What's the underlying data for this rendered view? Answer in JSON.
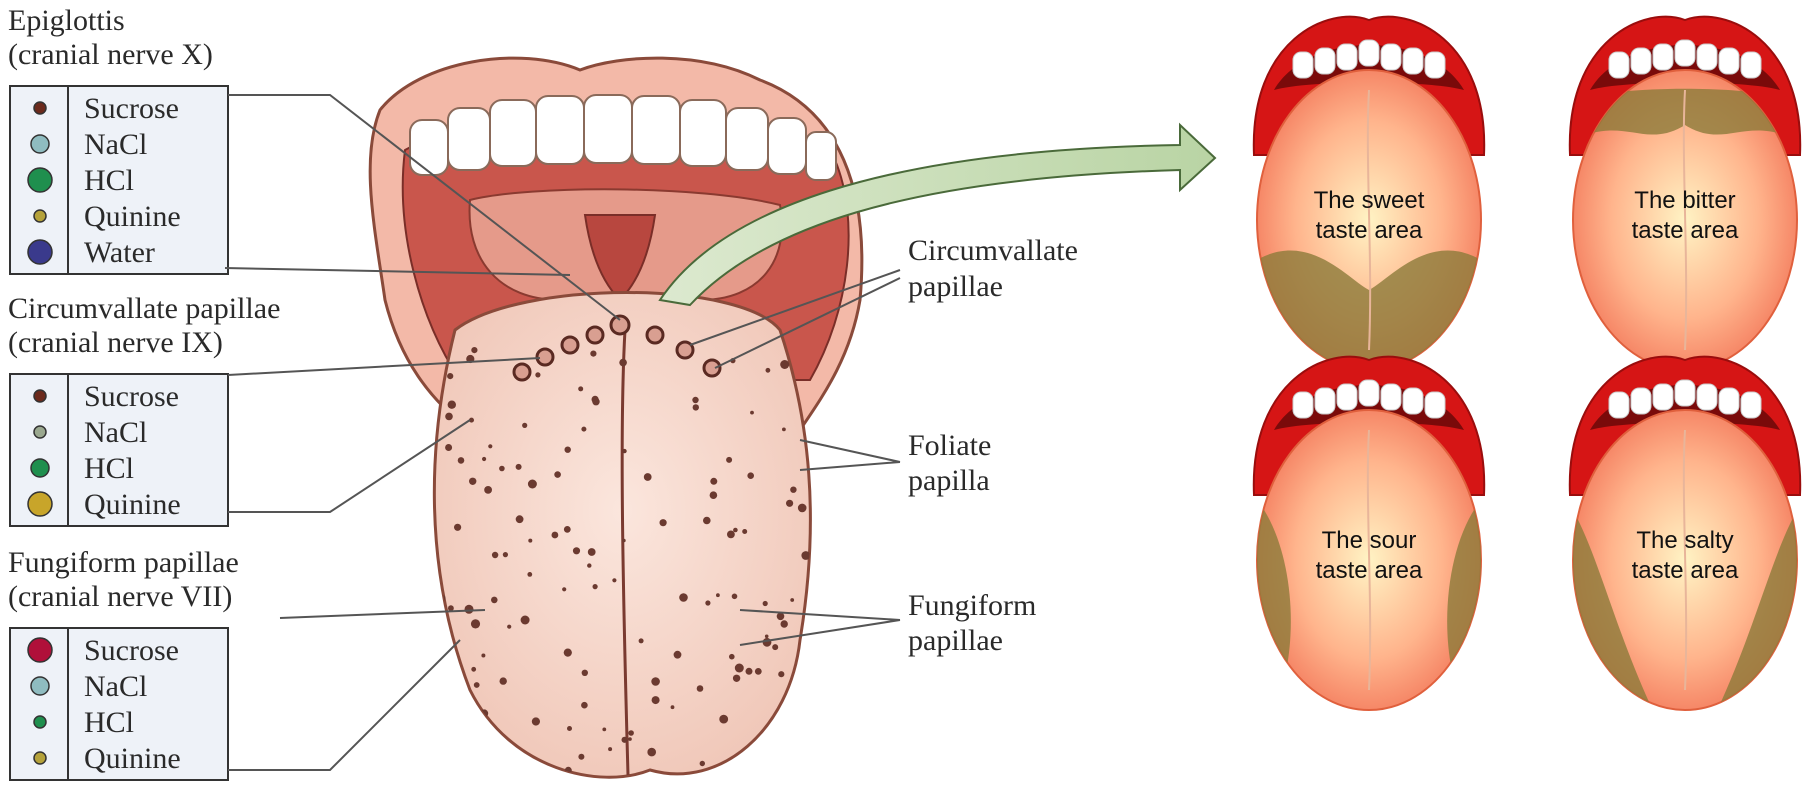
{
  "labels": {
    "epiglottis": [
      "Epiglottis",
      "(cranial nerve X)"
    ],
    "circumvallate_group": [
      "Circumvallate papillae",
      "(cranial nerve IX)"
    ],
    "fungiform_group": [
      "Fungiform papillae",
      "(cranial nerve VII)"
    ],
    "circumvallate_right": [
      "Circumvallate",
      "papillae"
    ],
    "foliate_right": [
      "Foliate",
      "papilla"
    ],
    "fungiform_right": [
      "Fungiform",
      "papillae"
    ]
  },
  "legends": [
    {
      "items": [
        {
          "text": "Sucrose",
          "color": "#6b2a1c",
          "size": "small"
        },
        {
          "text": "NaCl",
          "color": "#8fbcc0",
          "size": "medium"
        },
        {
          "text": "HCl",
          "color": "#1f8f4e",
          "size": "large"
        },
        {
          "text": "Quinine",
          "color": "#b5a23a",
          "size": "small"
        },
        {
          "text": "Water",
          "color": "#3a3a8c",
          "size": "large"
        }
      ]
    },
    {
      "items": [
        {
          "text": "Sucrose",
          "color": "#6b2a1c",
          "size": "small"
        },
        {
          "text": "NaCl",
          "color": "#9aa88f",
          "size": "small"
        },
        {
          "text": "HCl",
          "color": "#1f8f4e",
          "size": "medium"
        },
        {
          "text": "Quinine",
          "color": "#c8a52a",
          "size": "large"
        }
      ]
    },
    {
      "items": [
        {
          "text": "Sucrose",
          "color": "#b0103a",
          "size": "large"
        },
        {
          "text": "NaCl",
          "color": "#8fbcc0",
          "size": "medium"
        },
        {
          "text": "HCl",
          "color": "#1f8f4e",
          "size": "small"
        },
        {
          "text": "Quinine",
          "color": "#b5a23a",
          "size": "small"
        }
      ]
    }
  ],
  "taste_maps": [
    {
      "lines": [
        "The sweet",
        "taste area"
      ],
      "zone": "tip"
    },
    {
      "lines": [
        "The bitter",
        "taste area"
      ],
      "zone": "back"
    },
    {
      "lines": [
        "The sour",
        "taste area"
      ],
      "zone": "sides"
    },
    {
      "lines": [
        "The salty",
        "taste area"
      ],
      "zone": "front-sides"
    }
  ]
}
